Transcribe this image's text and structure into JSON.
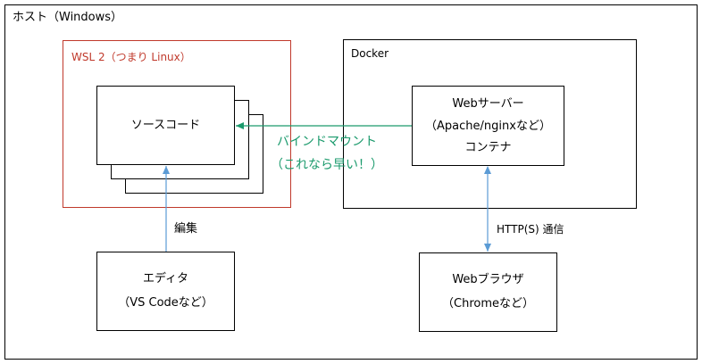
{
  "host": {
    "title": "ホスト（Windows）"
  },
  "wsl": {
    "title": "WSL 2（つまり Linux）",
    "color": "#c0392b"
  },
  "source": {
    "label": "ソースコード"
  },
  "docker": {
    "title": "Docker"
  },
  "webserver": {
    "line1": "Webサーバー",
    "line2": "（Apache/nginxなど）",
    "line3": "コンテナ"
  },
  "mount": {
    "line1": "バインドマウント",
    "line2": "（これなら早い！）",
    "color": "#1a9a6c"
  },
  "edit": {
    "label": "編集"
  },
  "editor": {
    "line1": "エディタ",
    "line2": "（VS Codeなど）"
  },
  "http": {
    "label": "HTTP(S) 通信"
  },
  "browser": {
    "line1": "Webブラウザ",
    "line2": "（Chromeなど）"
  },
  "arrow_color": "#5b9bd5"
}
